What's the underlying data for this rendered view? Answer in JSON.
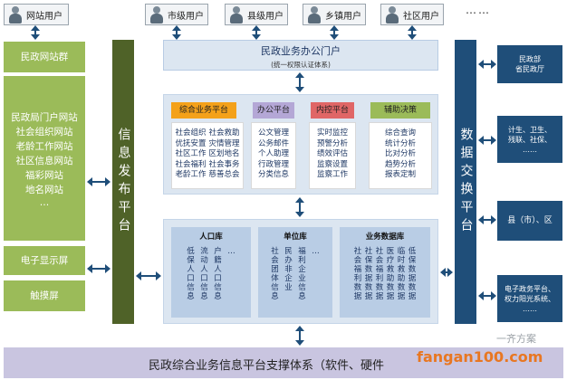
{
  "users": [
    "网站用户",
    "市级用户",
    "县级用户",
    "乡镇用户",
    "社区用户"
  ],
  "users_more": "……",
  "left_panel": {
    "title": "民政网站群",
    "sites": [
      "民政局门户网站",
      "社会组织网站",
      "老龄工作网站",
      "社区信息网站",
      "福彩网站",
      "地名网站",
      "…"
    ],
    "screen": "电子显示屏",
    "touch": "触摸屏"
  },
  "release_platform": "信息发布平台",
  "exchange_platform": "数据交换平台",
  "portal": {
    "title": "民政业务办公门户",
    "subtitle": "(统一权限认证体系)"
  },
  "platforms": [
    {
      "title": "综合业务平台",
      "color": "#f4a11a",
      "cols": [
        [
          "社会组织",
          "优抚安置",
          "社区工作",
          "社会福利",
          "老龄工作"
        ],
        [
          "社会救助",
          "灾情管理",
          "区划地名",
          "社会事务",
          "慈善总会"
        ]
      ]
    },
    {
      "title": "办公平台",
      "color": "#b4a7d6",
      "cols": [
        [
          "公文管理",
          "公务邮件",
          "个人助理",
          "行政管理",
          "分类信息"
        ]
      ]
    },
    {
      "title": "内控平台",
      "color": "#e06666",
      "cols": [
        [
          "实时监控",
          "预警分析",
          "绩效评估",
          "监察设置",
          "监察工作"
        ]
      ]
    },
    {
      "title": "辅助决策",
      "color": "#9bbb59",
      "cols": [
        [
          "综合查询",
          "统计分析",
          "比对分析",
          "趋势分析",
          "报表定制"
        ]
      ]
    }
  ],
  "databases": [
    {
      "title": "人口库",
      "cols": [
        "低保人口信息",
        "流动人口信息",
        "户籍人口信息",
        "…"
      ]
    },
    {
      "title": "单位库",
      "cols": [
        "社会团体信息",
        "民办非企业",
        "福利企业信息",
        "…"
      ]
    },
    {
      "title": "业务数据库",
      "cols": [
        "社会福利数据",
        "社保数据数据",
        "社会福利数据",
        "医疗救助数据",
        "临时救助数据",
        "低保数据数据"
      ]
    }
  ],
  "right_boxes": [
    "民政部\n省民政厅",
    "计生、卫生、\n残联、社保、\n……",
    "县（市）、区",
    "电子政务平台、\n权力阳光系统、\n……"
  ],
  "bottom": "民政综合业务信息平台支撑体系（软件、硬件",
  "watermark": "fangan100.com",
  "watermark_top": "一齐方案"
}
